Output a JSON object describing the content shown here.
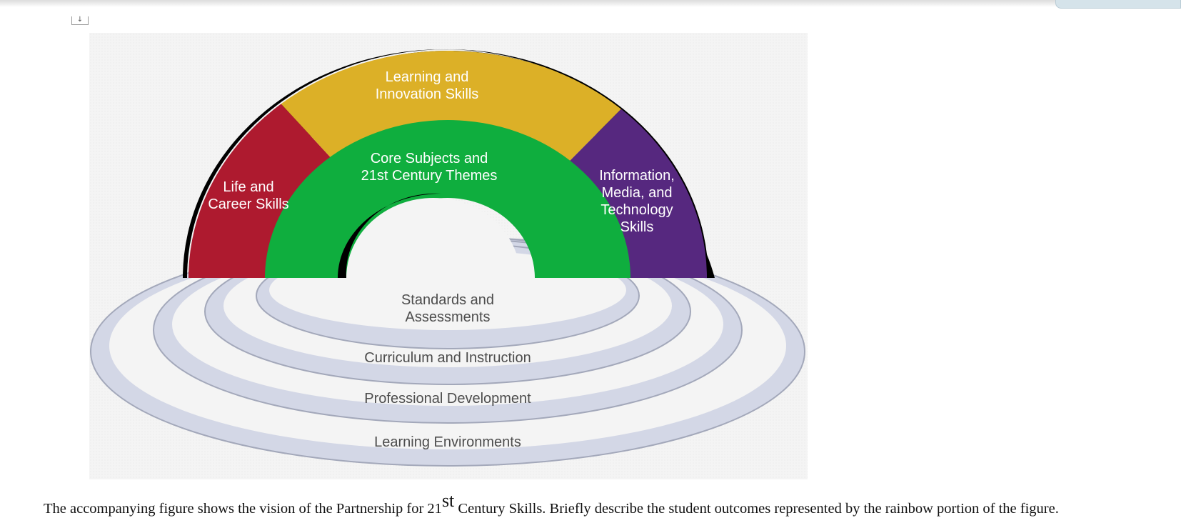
{
  "figure": {
    "ring_labels": {
      "learning_innovation": [
        "Learning and",
        "Innovation Skills"
      ],
      "life_career": [
        "Life and",
        "Career Skills"
      ],
      "core_subjects": [
        "Core Subjects and",
        "21st Century Themes"
      ],
      "information_media": [
        "Information,",
        "Media, and",
        "Technology",
        "Skills"
      ]
    },
    "base_labels": {
      "standards": [
        "Standards and",
        "Assessments"
      ],
      "curriculum": "Curriculum and Instruction",
      "professional": "Professional Development",
      "environments": "Learning Environments"
    },
    "colors": {
      "life_career": "#ae1a2f",
      "learning_innovation": "#dcb027",
      "information_media": "#56287f",
      "core_subjects": "#0fae3e",
      "platform": "#d3d7e6",
      "background": "#f4f4f4"
    }
  },
  "caption": {
    "before": "The accompanying figure shows the vision of the Partnership for 21",
    "superscript": "st",
    "after": " Century Skills. Briefly describe the student outcomes represented by the rainbow portion of the figure."
  },
  "icons": {
    "expand": "expand-icon"
  }
}
